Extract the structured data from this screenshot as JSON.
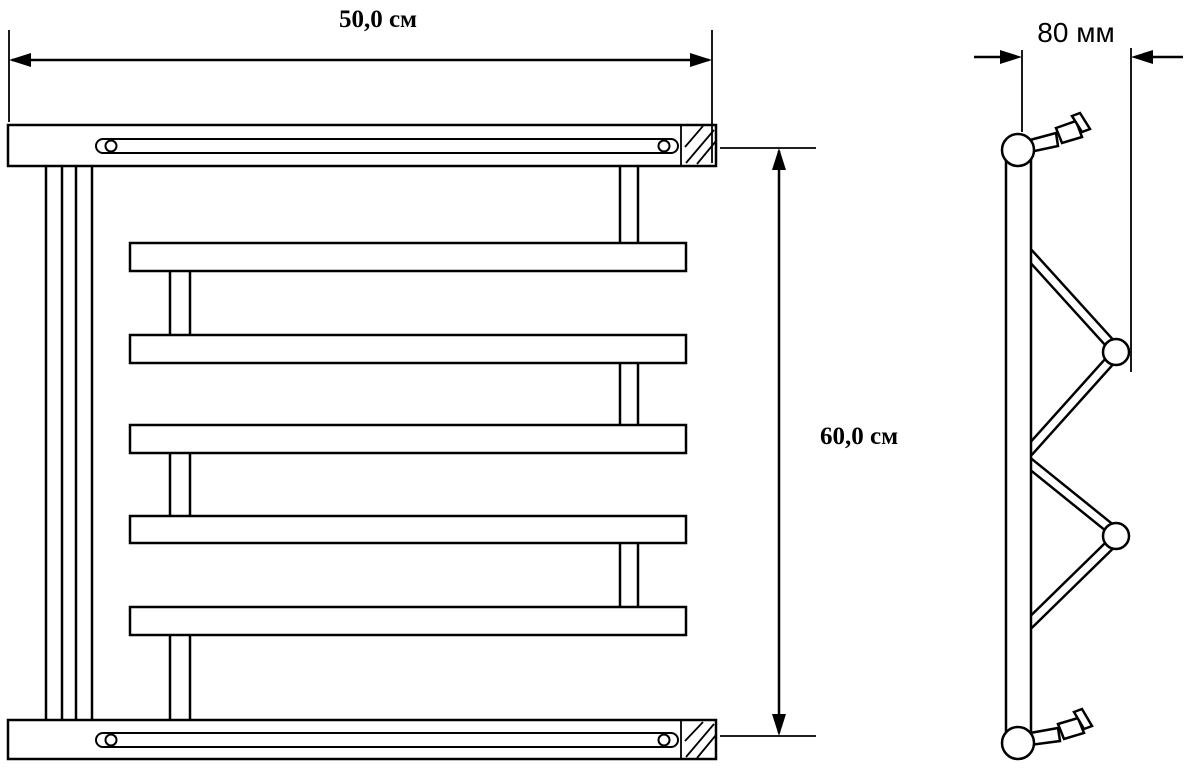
{
  "labels": {
    "width": "50,0 см",
    "height": "60,0 см",
    "depth": "80 мм"
  },
  "colors": {
    "line": "#000000",
    "background": "#ffffff"
  }
}
